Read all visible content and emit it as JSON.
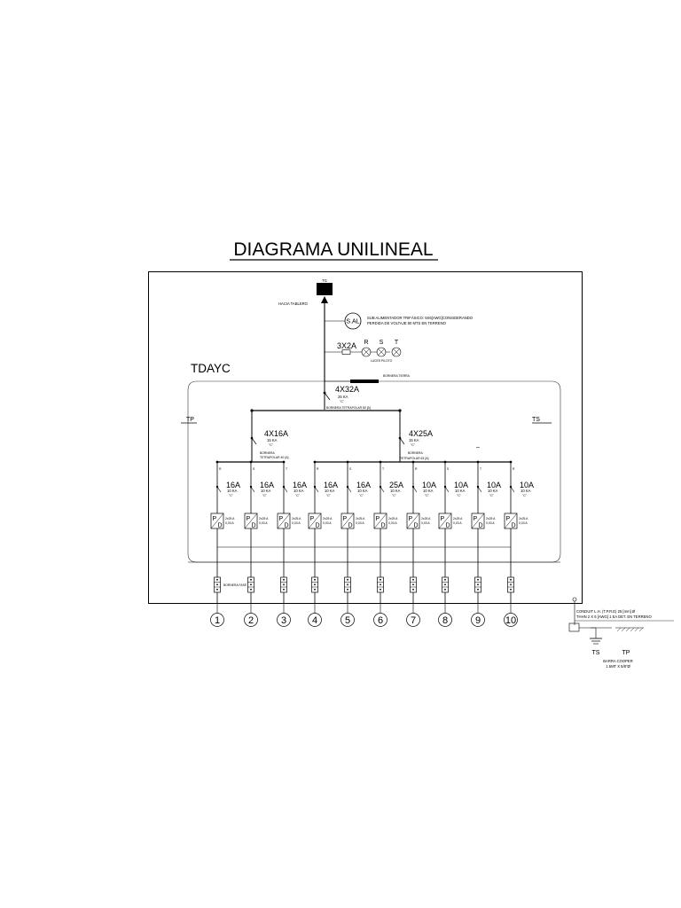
{
  "title": "DIAGRAMA UNILINEAL",
  "panel_name": "TDAYC",
  "supply": {
    "tg_label": "TG",
    "hacia_label": "HACIA TABLERO",
    "sal_label": "S.AL",
    "sub_alimentador_line1": "SUB ALIMENTADOR TRIFÁSICO: 5X6[AWG]CONSIDERANDO",
    "sub_alimentador_line2": "PERDIDA DE VOLTAJE 80 MTS EN TERRENO"
  },
  "lamps": {
    "fuse_label": "3X2A",
    "phases": [
      "R",
      "S",
      "T"
    ],
    "caption": "LUCES PILOTO"
  },
  "ground_bar_label": "BORNERA TIERRA",
  "main_breaker": {
    "rating": "4X32A",
    "ka": "25 KA",
    "curve": "\"C\"",
    "bus_label": "BORNERA TETRAPOLAR 80 [A]"
  },
  "tp_label": "TP",
  "ts_label": "TS",
  "dash_mark": "–",
  "sub_breakers": [
    {
      "rating": "4X16A",
      "ka": "15 KA",
      "curve": "\"C\"",
      "bus_label_1": "BORNERA",
      "bus_label_2": "TETRAPOLAR 40 [A]"
    },
    {
      "rating": "4X25A",
      "ka": "15 KA",
      "curve": "\"C\"",
      "bus_label_1": "BORNERA",
      "bus_label_2": "TETRAPOLAR 63 [A]"
    }
  ],
  "circuits": [
    {
      "number": "1",
      "rating": "16A",
      "ka": "10 KA",
      "curve": "\"C\"",
      "diff1": "2x25 A",
      "diff2": "0,03 A",
      "phase": "R"
    },
    {
      "number": "2",
      "rating": "16A",
      "ka": "10 KA",
      "curve": "\"C\"",
      "diff1": "2x25 A",
      "diff2": "0,03 A",
      "phase": "S"
    },
    {
      "number": "3",
      "rating": "16A",
      "ka": "10 KA",
      "curve": "\"C\"",
      "diff1": "2x25 A",
      "diff2": "0,03 A",
      "phase": "T"
    },
    {
      "number": "4",
      "rating": "16A",
      "ka": "10 KA",
      "curve": "\"C\"",
      "diff1": "2x25 A",
      "diff2": "0,03 A",
      "phase": "R"
    },
    {
      "number": "5",
      "rating": "16A",
      "ka": "10 KA",
      "curve": "\"C\"",
      "diff1": "2x25 A",
      "diff2": "0,03 A",
      "phase": "S"
    },
    {
      "number": "6",
      "rating": "25A",
      "ka": "10 KA",
      "curve": "\"C\"",
      "diff1": "2x25 A",
      "diff2": "0,03 A",
      "phase": "T"
    },
    {
      "number": "7",
      "rating": "10A",
      "ka": "10 KA",
      "curve": "\"C\"",
      "diff1": "2x25 A",
      "diff2": "0,03 A",
      "phase": "R"
    },
    {
      "number": "8",
      "rating": "10A",
      "ka": "10 KA",
      "curve": "\"C\"",
      "diff1": "2x25 A",
      "diff2": "0,03 A",
      "phase": "S"
    },
    {
      "number": "9",
      "rating": "10A",
      "ka": "10 KA",
      "curve": "\"C\"",
      "diff1": "2x25 A",
      "diff2": "0,03 A",
      "phase": "T"
    },
    {
      "number": "10",
      "rating": "10A",
      "ka": "10 KA",
      "curve": "\"C\"",
      "diff1": "2x25 A",
      "diff2": "0,03 A",
      "phase": "R"
    }
  ],
  "pd_letters": {
    "top": "P",
    "bottom": "D"
  },
  "terminal_label": "BORNERA FASE",
  "grounding": {
    "conduit_line1": "CONDUIT L.H. (T.P.R.E) 25 [mm] Ø",
    "conduit_line2": "THHN 2 X 6 [AWG] 1 EA DET. EN TERRENO",
    "ts": "TS",
    "tp": "TP",
    "barra_line1": "BARRA COOPER",
    "barra_line2": "1.5MT X 5/8\"Ø"
  }
}
